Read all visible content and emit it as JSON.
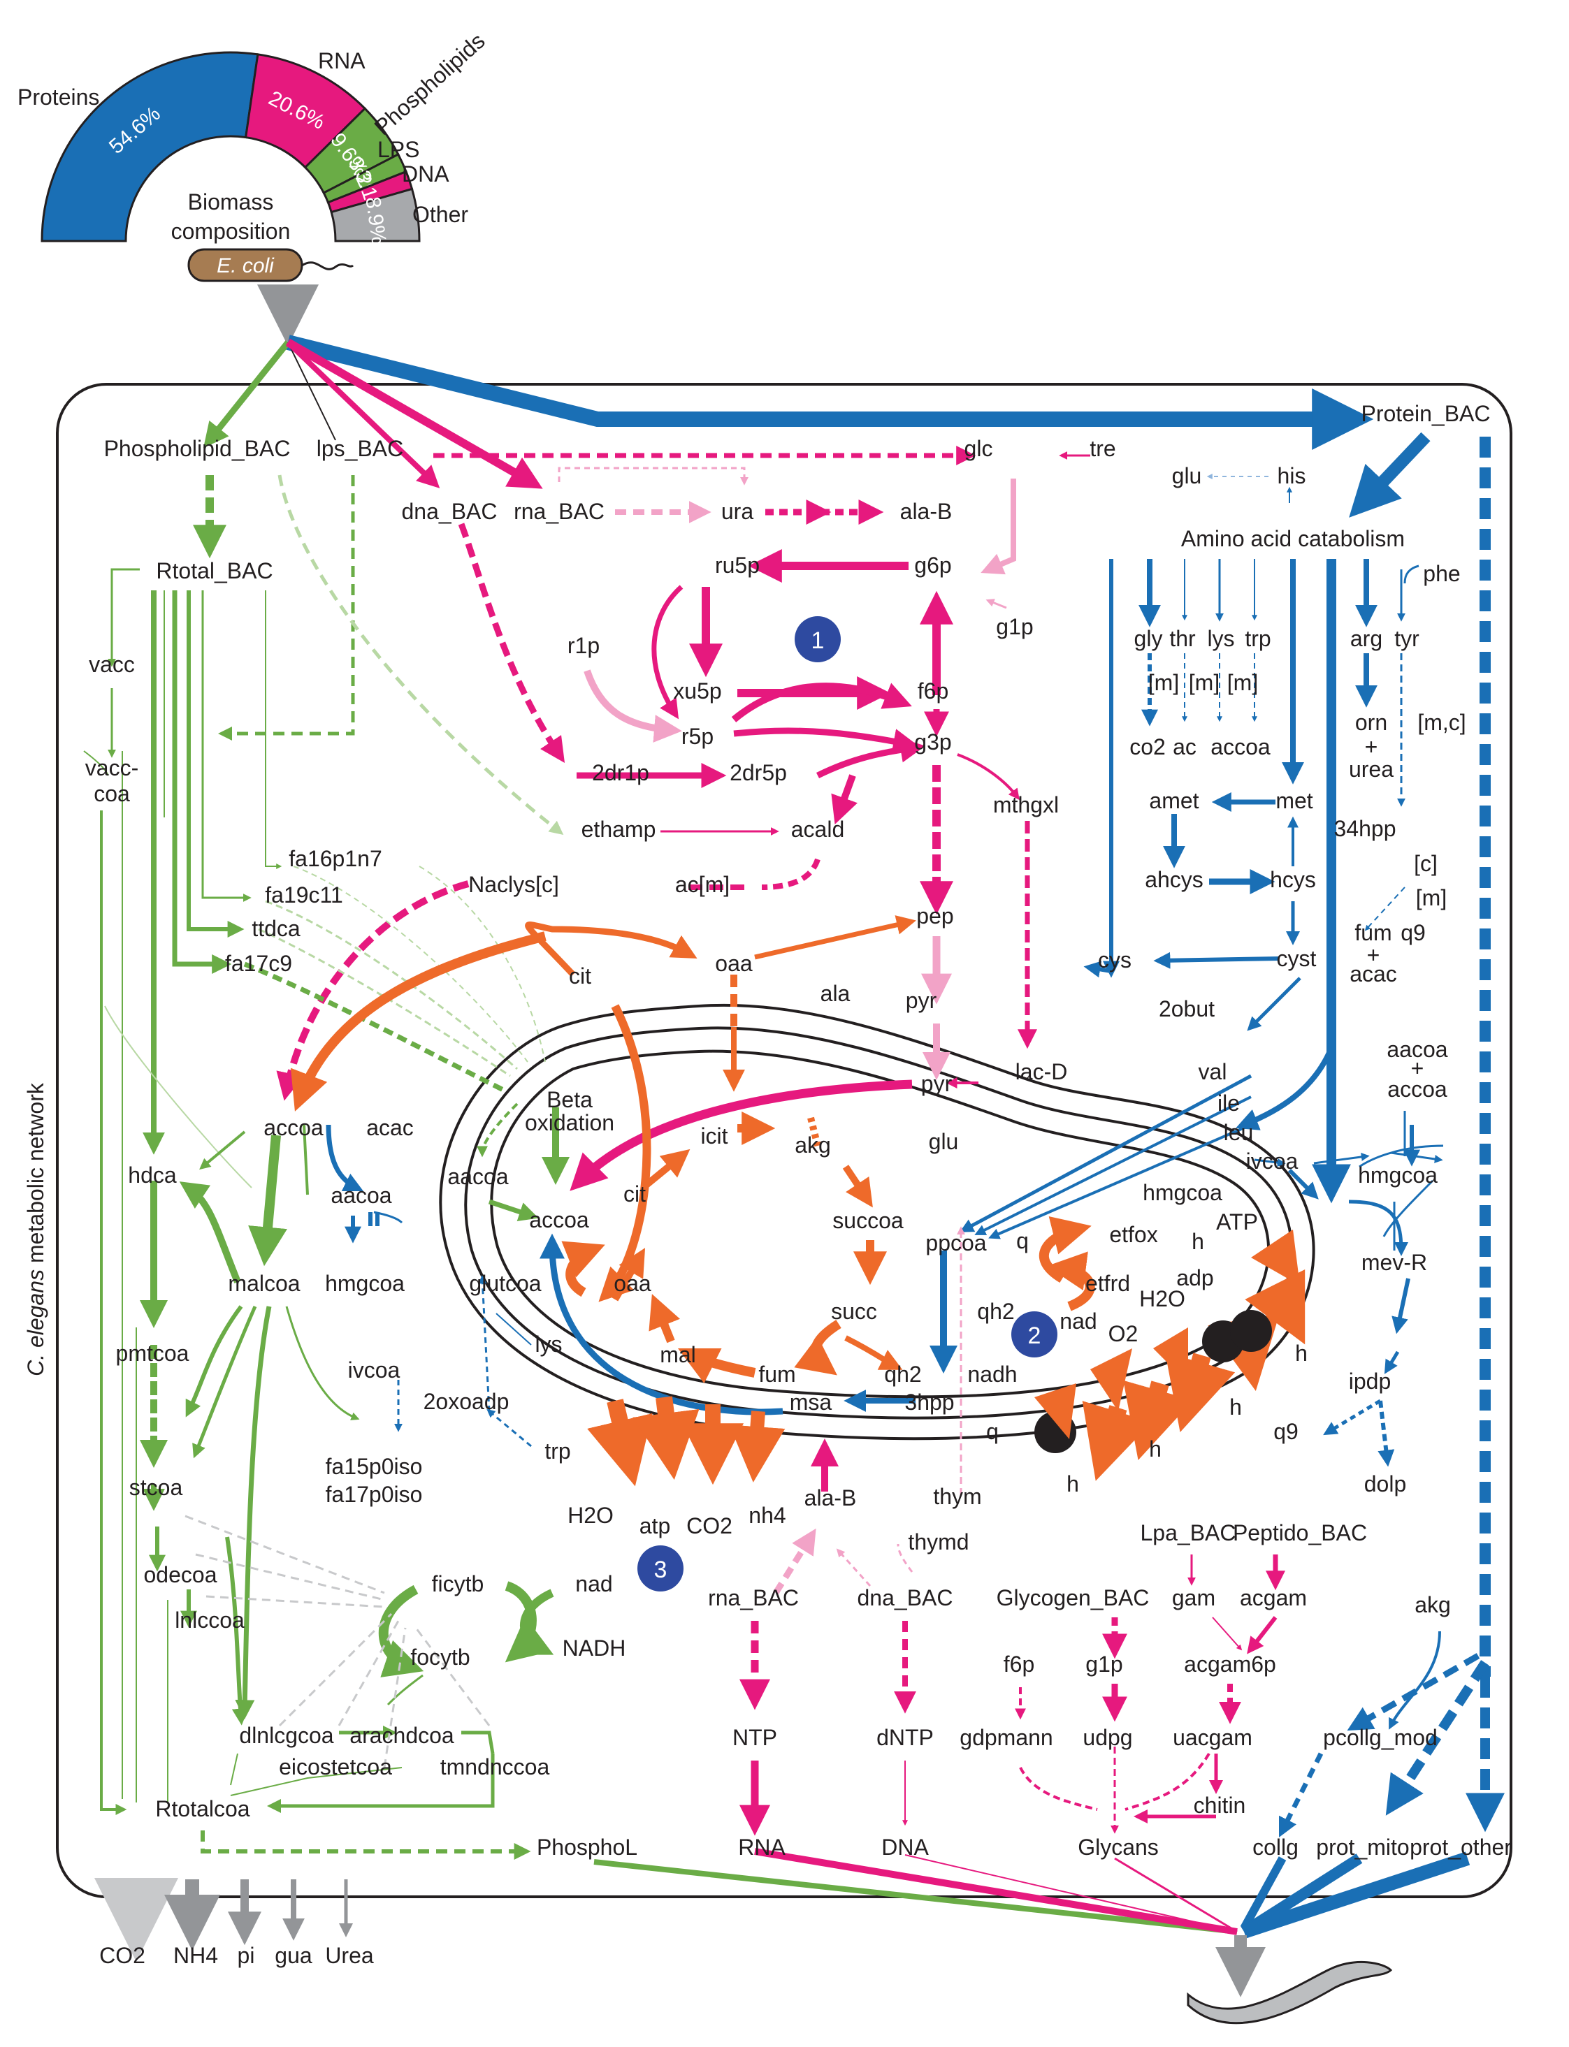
{
  "biomass": {
    "title_line1": "Biomass",
    "title_line2": "composition",
    "organism": "E. coli",
    "segments": [
      {
        "name": "Proteins",
        "percent": 54.6,
        "label": "54.6%",
        "color": "#1a6fb5"
      },
      {
        "name": "RNA",
        "percent": 20.6,
        "label": "20.6%",
        "color": "#e6197e"
      },
      {
        "name": "Phospholipids",
        "percent": 9.6,
        "label": "9.6%",
        "color": "#6aac46"
      },
      {
        "name": "LPS",
        "percent": 3.2,
        "label": "3.2%",
        "color": "#6aac46"
      },
      {
        "name": "DNA",
        "percent": 3.1,
        "label": "3.1%",
        "color": "#e6197e"
      },
      {
        "name": "Other",
        "percent": 8.9,
        "label": "8.9%",
        "color": "#a7a9ac"
      }
    ]
  },
  "network_title": "C. elegans metabolic network",
  "network_title_italic": "C. elegans",
  "network_title_rest": " metabolic network",
  "module_badges": [
    "1",
    "2",
    "3"
  ],
  "colors": {
    "protein": "#1a6fb5",
    "protein_light": "#8fb5dd",
    "nucleic": "#e6197e",
    "nucleic_light": "#f2a3c7",
    "lipid": "#6aac46",
    "lipid_light": "#b8d8a4",
    "energy": "#ee6a2a",
    "excretion": "#939598",
    "badge": "#2e4aa0"
  },
  "nodes": {
    "phospholipid_bac": "Phospholipid_BAC",
    "lps_bac": "lps_BAC",
    "dna_bac": "dna_BAC",
    "rna_bac": "rna_BAC",
    "glc": "glc",
    "tre": "tre",
    "protein_bac": "Protein_BAC",
    "ura": "ura",
    "alab_top": "ala-B",
    "glu_top": "glu",
    "his": "his",
    "aa_catabolism": "Amino acid catabolism",
    "rtotal_bac": "Rtotal_BAC",
    "ru5p": "ru5p",
    "g6p": "g6p",
    "g1p_top": "g1p",
    "phe": "phe",
    "gly": "gly",
    "thr": "thr",
    "lys_top": "lys",
    "trp_top": "trp",
    "arg": "arg",
    "tyr": "tyr",
    "vacc": "vacc",
    "r1p": "r1p",
    "xu5p": "xu5p",
    "f6p_top": "f6p",
    "m1": "[m]",
    "m2": "[m]",
    "m3": "[m]",
    "mc": "[m,c]",
    "co2": "co2",
    "ac": "ac",
    "accoa_top": "accoa",
    "orn": "orn",
    "plus1": "+",
    "urea": "urea",
    "vacccoa_1": "vacc-",
    "vacccoa_2": "coa",
    "r5p": "r5p",
    "g3p": "g3p",
    "dr1p": "2dr1p",
    "dr5p": "2dr5p",
    "amet": "amet",
    "met": "met",
    "hpp34": "34hpp",
    "ethamp": "ethamp",
    "acald": "acald",
    "mthgxl": "mthgxl",
    "c1": "[c]",
    "m4": "[m]",
    "fa16p1n7": "fa16p1n7",
    "ahcys": "ahcys",
    "hcys": "hcys",
    "naclys": "Naclys[c]",
    "acm": "ac[m]",
    "fa19c11": "fa19c11",
    "fum_top": "fum",
    "q9_top": "q9",
    "plus2": "+",
    "acac_top": "acac",
    "ttdca": "ttdca",
    "pep": "pep",
    "cit_outer": "cit",
    "oaa_outer": "oaa",
    "fa17c9": "fa17c9",
    "cys": "cys",
    "cyst": "cyst",
    "ala": "ala",
    "pyr_out": "pyr",
    "obut": "2obut",
    "aacoa_r": "aacoa",
    "plus3": "+",
    "accoa_r": "accoa",
    "pyr_in": "pyr",
    "lacd": "lac-D",
    "val": "val",
    "beta1": "Beta",
    "beta2": "oxidation",
    "accoa_left": "accoa",
    "acac_left": "acac",
    "ile": "ile",
    "leu": "leu",
    "icit": "icit",
    "akg_mid": "akg",
    "glu_mid": "glu",
    "hdca": "hdca",
    "aacoa_mid": "aacoa",
    "aacoa_in": "aacoa",
    "ivcoa_r": "ivcoa",
    "hmgcoa_r1": "hmgcoa",
    "cit_in": "cit",
    "accoa_in": "accoa",
    "succoa": "succoa",
    "hmgcoa_r2": "hmgcoa",
    "etfox": "etfox",
    "ppcoa": "ppcoa",
    "q_a": "q",
    "h_a": "h",
    "atp_r": "ATP",
    "malcoa": "malcoa",
    "hmgcoa_mid": "hmgcoa",
    "glutcoa": "glutcoa",
    "oaa_in": "oaa",
    "etfrd": "etfrd",
    "mevr": "mev-R",
    "adp": "adp",
    "h2o_r": "H2O",
    "succ": "succ",
    "qh2_a": "qh2",
    "nad_r": "nad",
    "o2": "O2",
    "lys_in": "lys",
    "pmtcoa": "pmtcoa",
    "mal": "mal",
    "fum_in": "fum",
    "qh2_b": "qh2",
    "h_b": "h",
    "ivcoa_l": "ivcoa",
    "nadh": "nadh",
    "ipdp": "ipdp",
    "oxoadp": "2oxoadp",
    "msa": "msa",
    "hpp3": "3hpp",
    "h_c": "h",
    "q_b": "q",
    "q9_r": "q9",
    "fa15": "fa15p0iso",
    "fa17": "fa17p0iso",
    "trp_in": "trp",
    "stcoa": "stcoa",
    "h_d": "h",
    "dolp": "dolp",
    "h_e": "h",
    "h2o_b": "H2O",
    "atp_b": "atp",
    "co2_b": "CO2",
    "nh4_b": "nh4",
    "alab_b": "ala-B",
    "thym": "thym",
    "lpa_bac": "Lpa_BAC",
    "peptido_bac": "Peptido_BAC",
    "thymd": "thymd",
    "odecoa": "odecoa",
    "ficytb": "ficytb",
    "nad_b": "nad",
    "gam": "gam",
    "acgam": "acgam",
    "akg_r": "akg",
    "rna_bac_b": "rna_BAC",
    "dna_bac_b": "dna_BAC",
    "glycogen_bac": "Glycogen_BAC",
    "lnlccoa": "lnlccoa",
    "focytb": "focytb",
    "nadh_b": "NADH",
    "f6p_b": "f6p",
    "g1p_b": "g1p",
    "acgam6p": "acgam6p",
    "ntp": "NTP",
    "dntp": "dNTP",
    "gdpmann": "gdpmann",
    "udpg": "udpg",
    "uacgam": "uacgam",
    "pcollg_mod": "pcollg_mod",
    "dlnlcg": "dlnlcgcoa",
    "arachd": "arachdcoa",
    "eicos": "eicostetcoa",
    "tmnd": "tmndnccoa",
    "chitin": "chitin",
    "rtotalcoa": "Rtotalcoa",
    "phosphol": "PhosphoL",
    "rna_out": "RNA",
    "dna_out": "DNA",
    "glycans": "Glycans",
    "collg": "collg",
    "prot_mito": "prot_mito",
    "prot_other": "prot_other"
  },
  "excretion": [
    "CO2",
    "NH4",
    "pi",
    "gua",
    "Urea"
  ]
}
